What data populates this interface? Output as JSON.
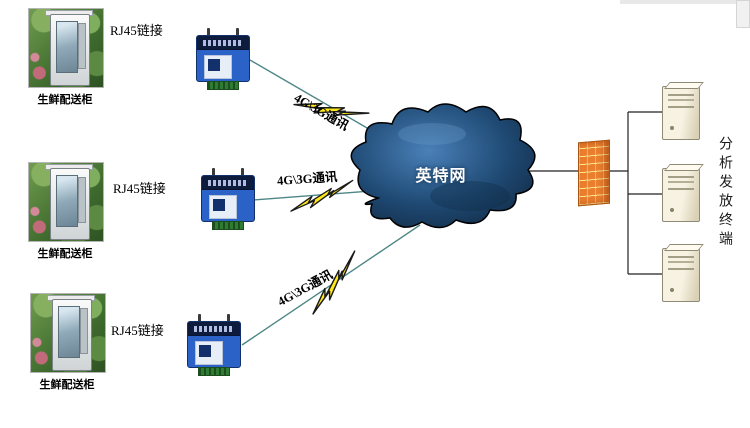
{
  "diagram": {
    "cabinets": [
      {
        "label": "生鲜配送柜"
      },
      {
        "label": "生鲜配送柜"
      },
      {
        "label": "生鲜配送柜"
      }
    ],
    "rj45_links": [
      {
        "label": "RJ45链接"
      },
      {
        "label": "RJ45链接"
      },
      {
        "label": "RJ45链接"
      }
    ],
    "comm_links": [
      {
        "label": "4G\\3G通讯"
      },
      {
        "label": "4G\\3G通讯"
      },
      {
        "label": "4G\\3G通讯"
      }
    ],
    "cloud": {
      "label": "英特网"
    },
    "terminal": {
      "label": "分析发放终端"
    },
    "colors": {
      "lightning": "#ffe81a",
      "cloud_fill": "#1f4a74",
      "firewall": "#e87e2e",
      "router": "#2a62c8",
      "wan_line": "#4d8686",
      "lan_line": "#222222"
    }
  }
}
